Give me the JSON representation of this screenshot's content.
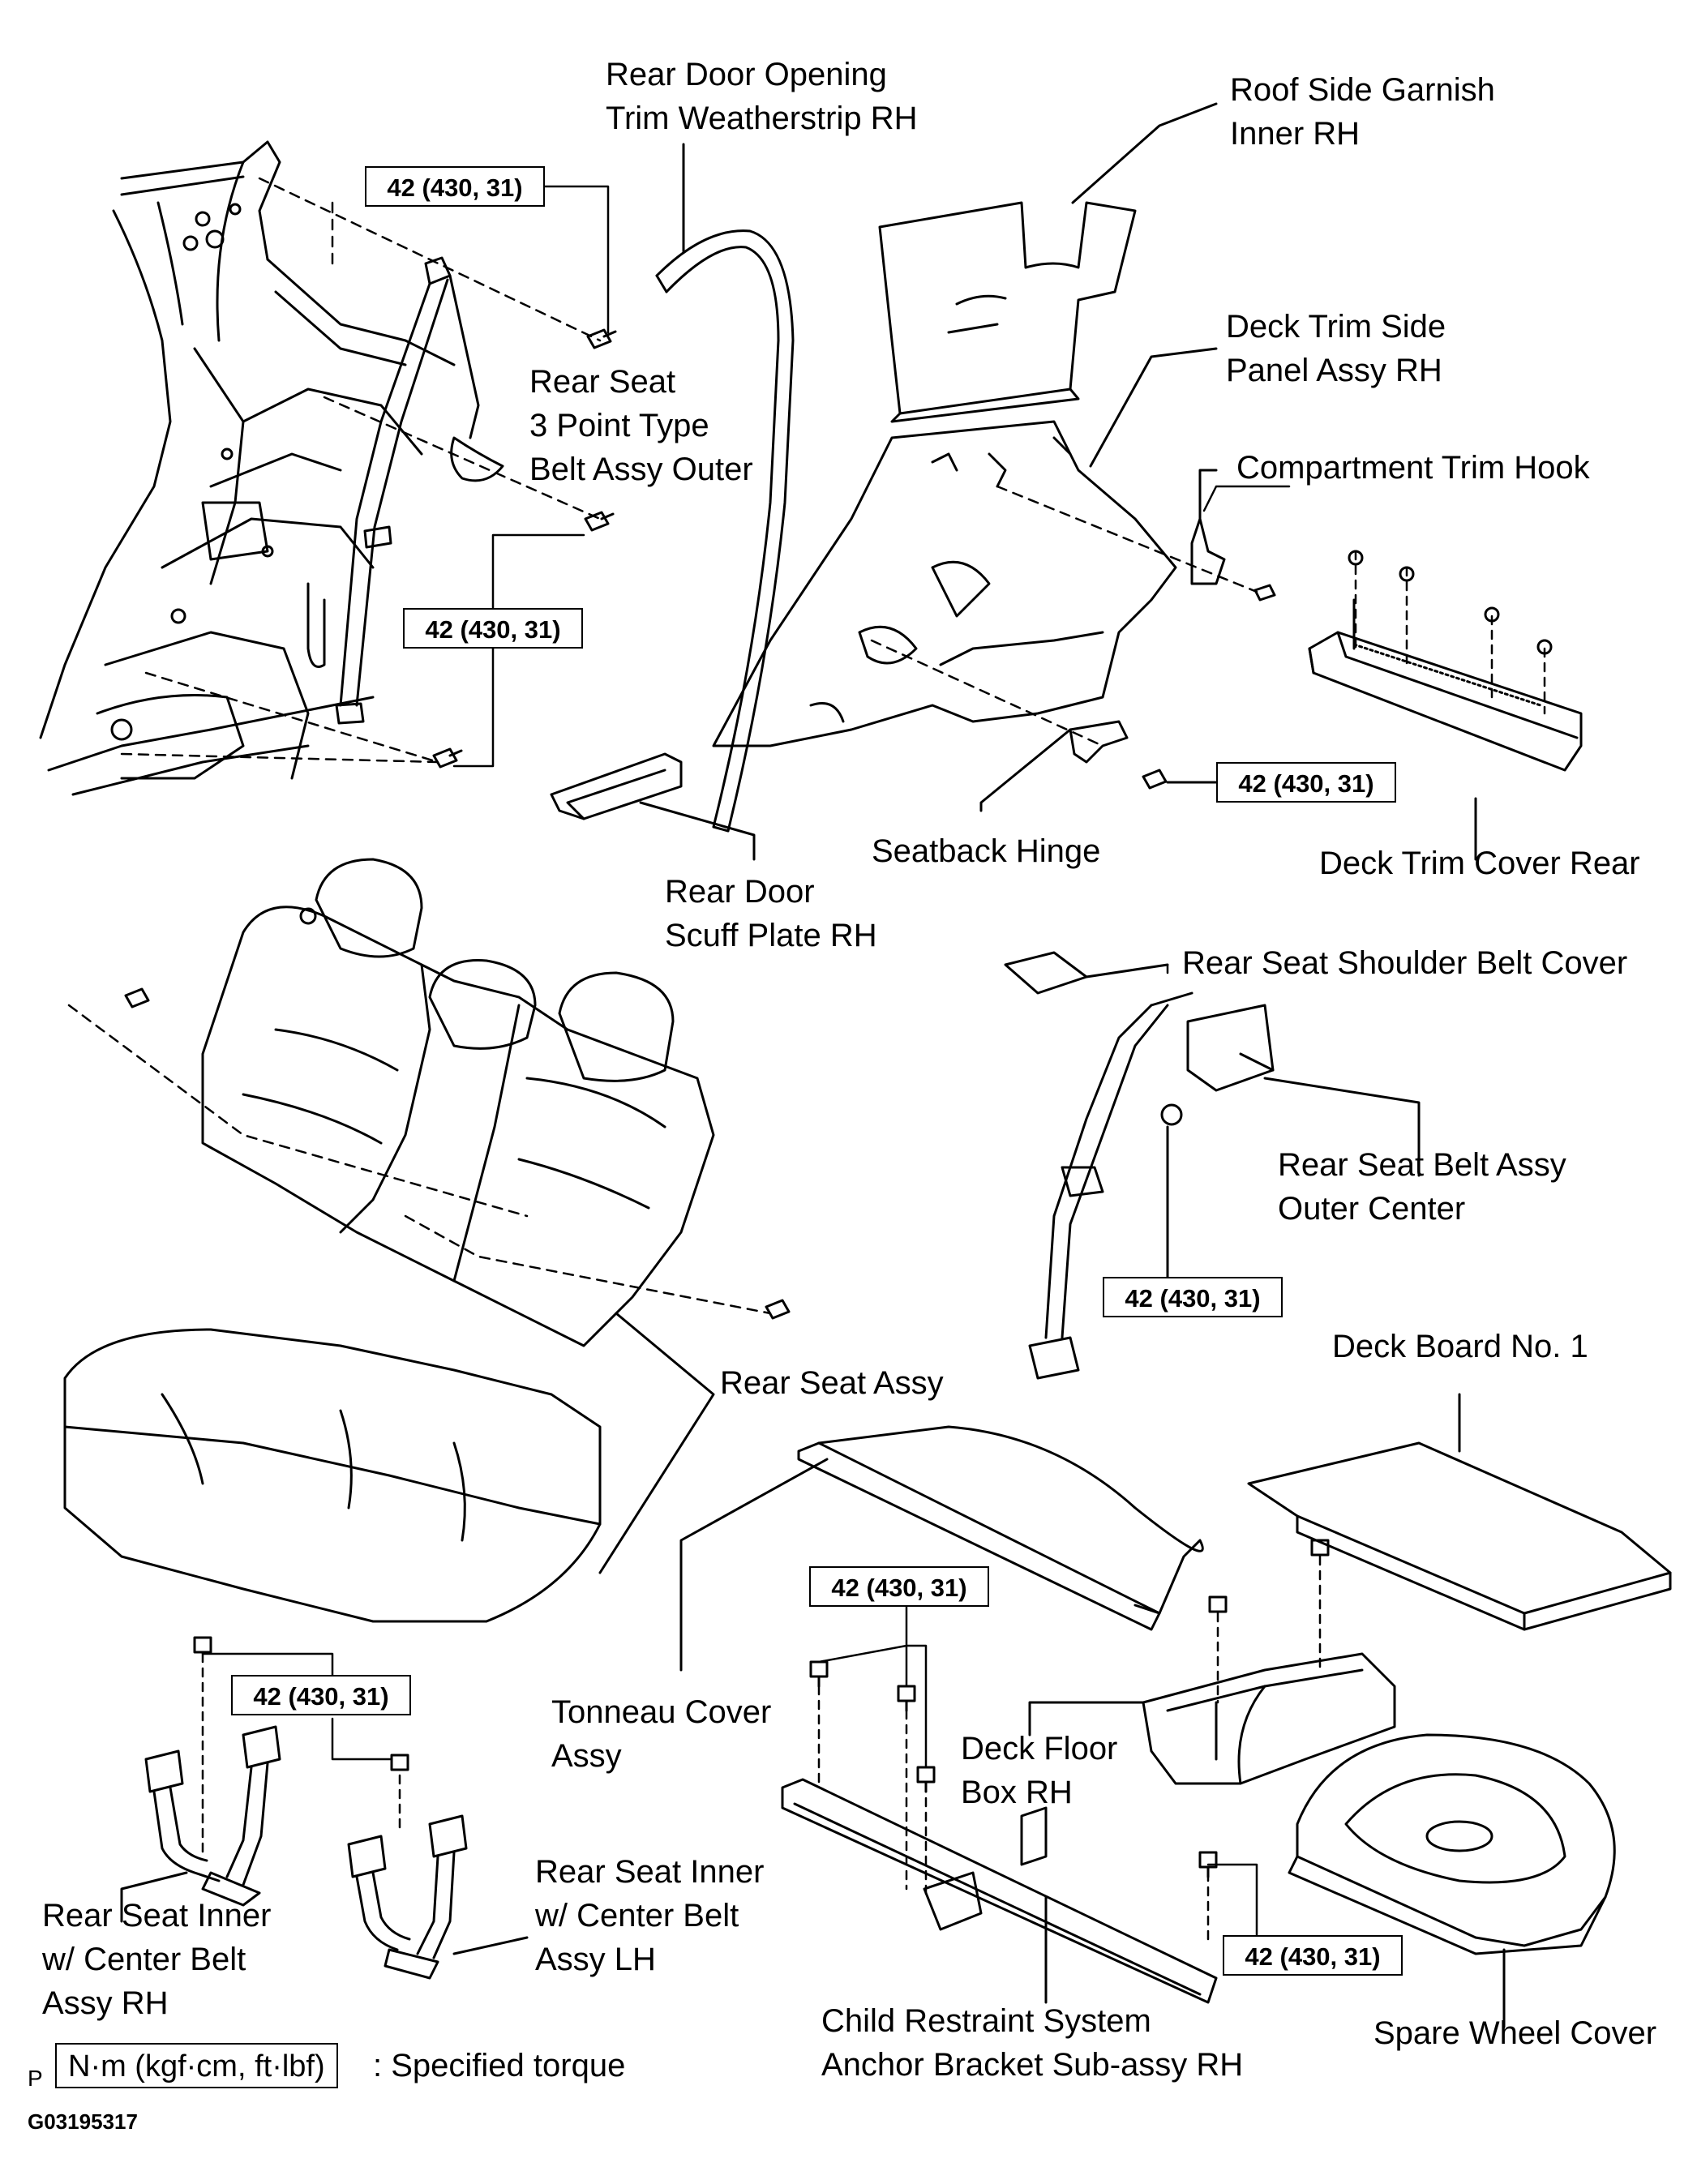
{
  "labels": {
    "rear_door_opening_trim": [
      "Rear Door Opening",
      "Trim Weatherstrip RH"
    ],
    "roof_side_garnish": [
      "Roof Side Garnish",
      "Inner RH"
    ],
    "deck_trim_side_panel": [
      "Deck Trim Side",
      "Panel Assy RH"
    ],
    "compartment_trim_hook": "Compartment Trim Hook",
    "rear_seat_3point_belt": [
      "Rear Seat",
      "3 Point Type",
      "Belt Assy Outer"
    ],
    "seatback_hinge": "Seatback Hinge",
    "deck_trim_cover_rear": "Deck Trim Cover Rear",
    "rear_door_scuff_plate": [
      "Rear Door",
      "Scuff Plate RH"
    ],
    "rear_seat_shoulder_belt_cover": "Rear Seat Shoulder Belt Cover",
    "rear_seat_belt_outer_center": [
      "Rear Seat Belt Assy",
      "Outer Center"
    ],
    "rear_seat_assy": "Rear Seat Assy",
    "deck_board_no1": "Deck Board No. 1",
    "tonneau_cover": [
      "Tonneau Cover",
      "Assy"
    ],
    "deck_floor_box": [
      "Deck Floor",
      "Box RH"
    ],
    "rear_seat_inner_rh": [
      "Rear Seat Inner",
      "w/ Center Belt",
      "Assy RH"
    ],
    "rear_seat_inner_lh": [
      "Rear Seat Inner",
      "w/ Center Belt",
      "Assy LH"
    ],
    "child_restraint": [
      "Child Restraint System",
      "Anchor Bracket Sub-assy RH"
    ],
    "spare_wheel_cover": "Spare Wheel Cover"
  },
  "torque_value": "42 (430, 31)",
  "legend": {
    "prefix": "P",
    "unit_box": "N·m (kgf·cm, ft·lbf)",
    "text": ": Specified torque"
  },
  "figure_code": "G03195317"
}
